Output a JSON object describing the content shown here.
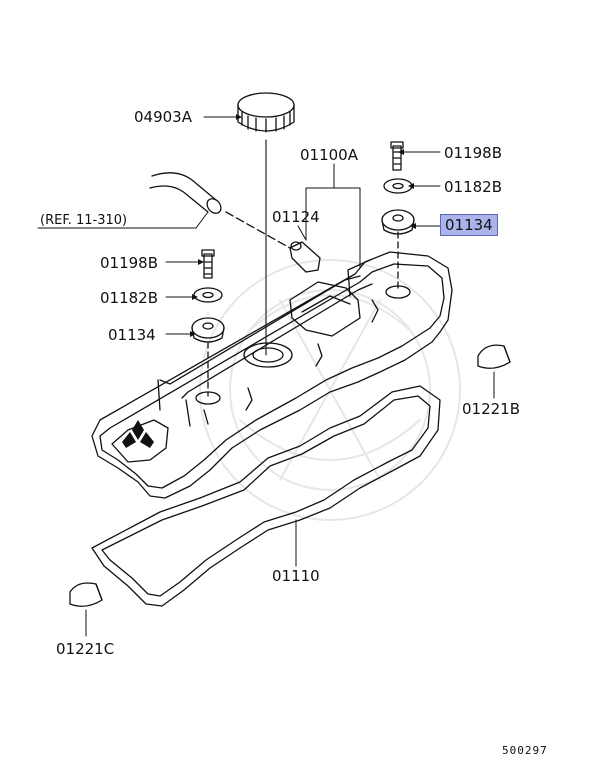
{
  "diagram": {
    "highlight_color": "#aab3ea",
    "labels": {
      "p04903A": "04903A",
      "p01100A": "01100A",
      "p01124": "01124",
      "p01198B_top": "01198B",
      "p01182B_top": "01182B",
      "p01134_top": "01134",
      "ref": "(REF. 11-310)",
      "p01198B_left": "01198B",
      "p01182B_left": "01182B",
      "p01134_left": "01134",
      "p01221B": "01221B",
      "p01110": "01110",
      "p01221C": "01221C",
      "doc_number": "500297"
    }
  }
}
